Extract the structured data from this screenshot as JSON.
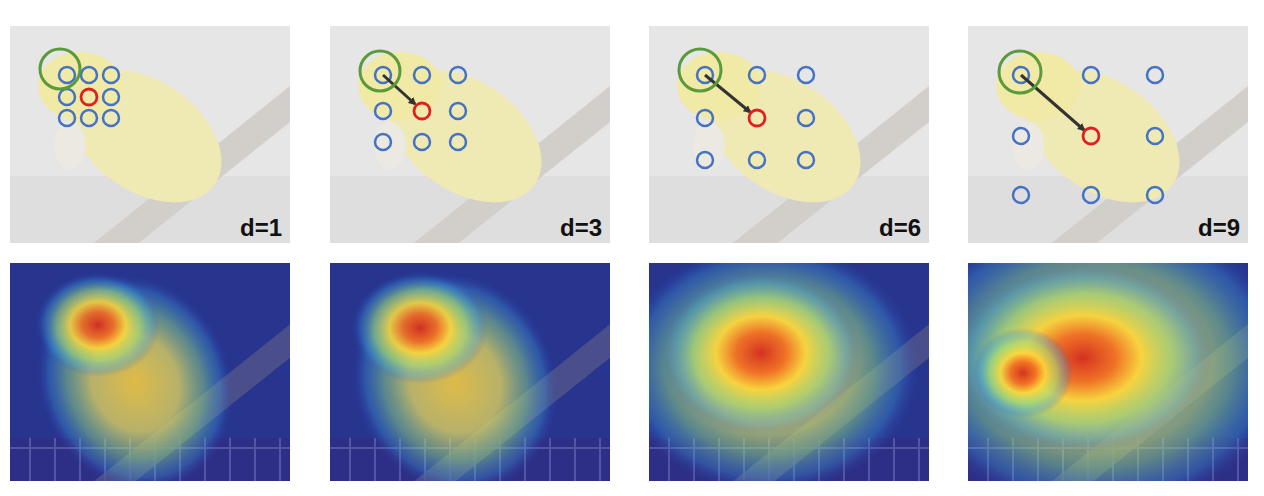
{
  "diagram": {
    "labels": [
      "d=1",
      "d=3",
      "d=6",
      "d=9"
    ]
  }
}
